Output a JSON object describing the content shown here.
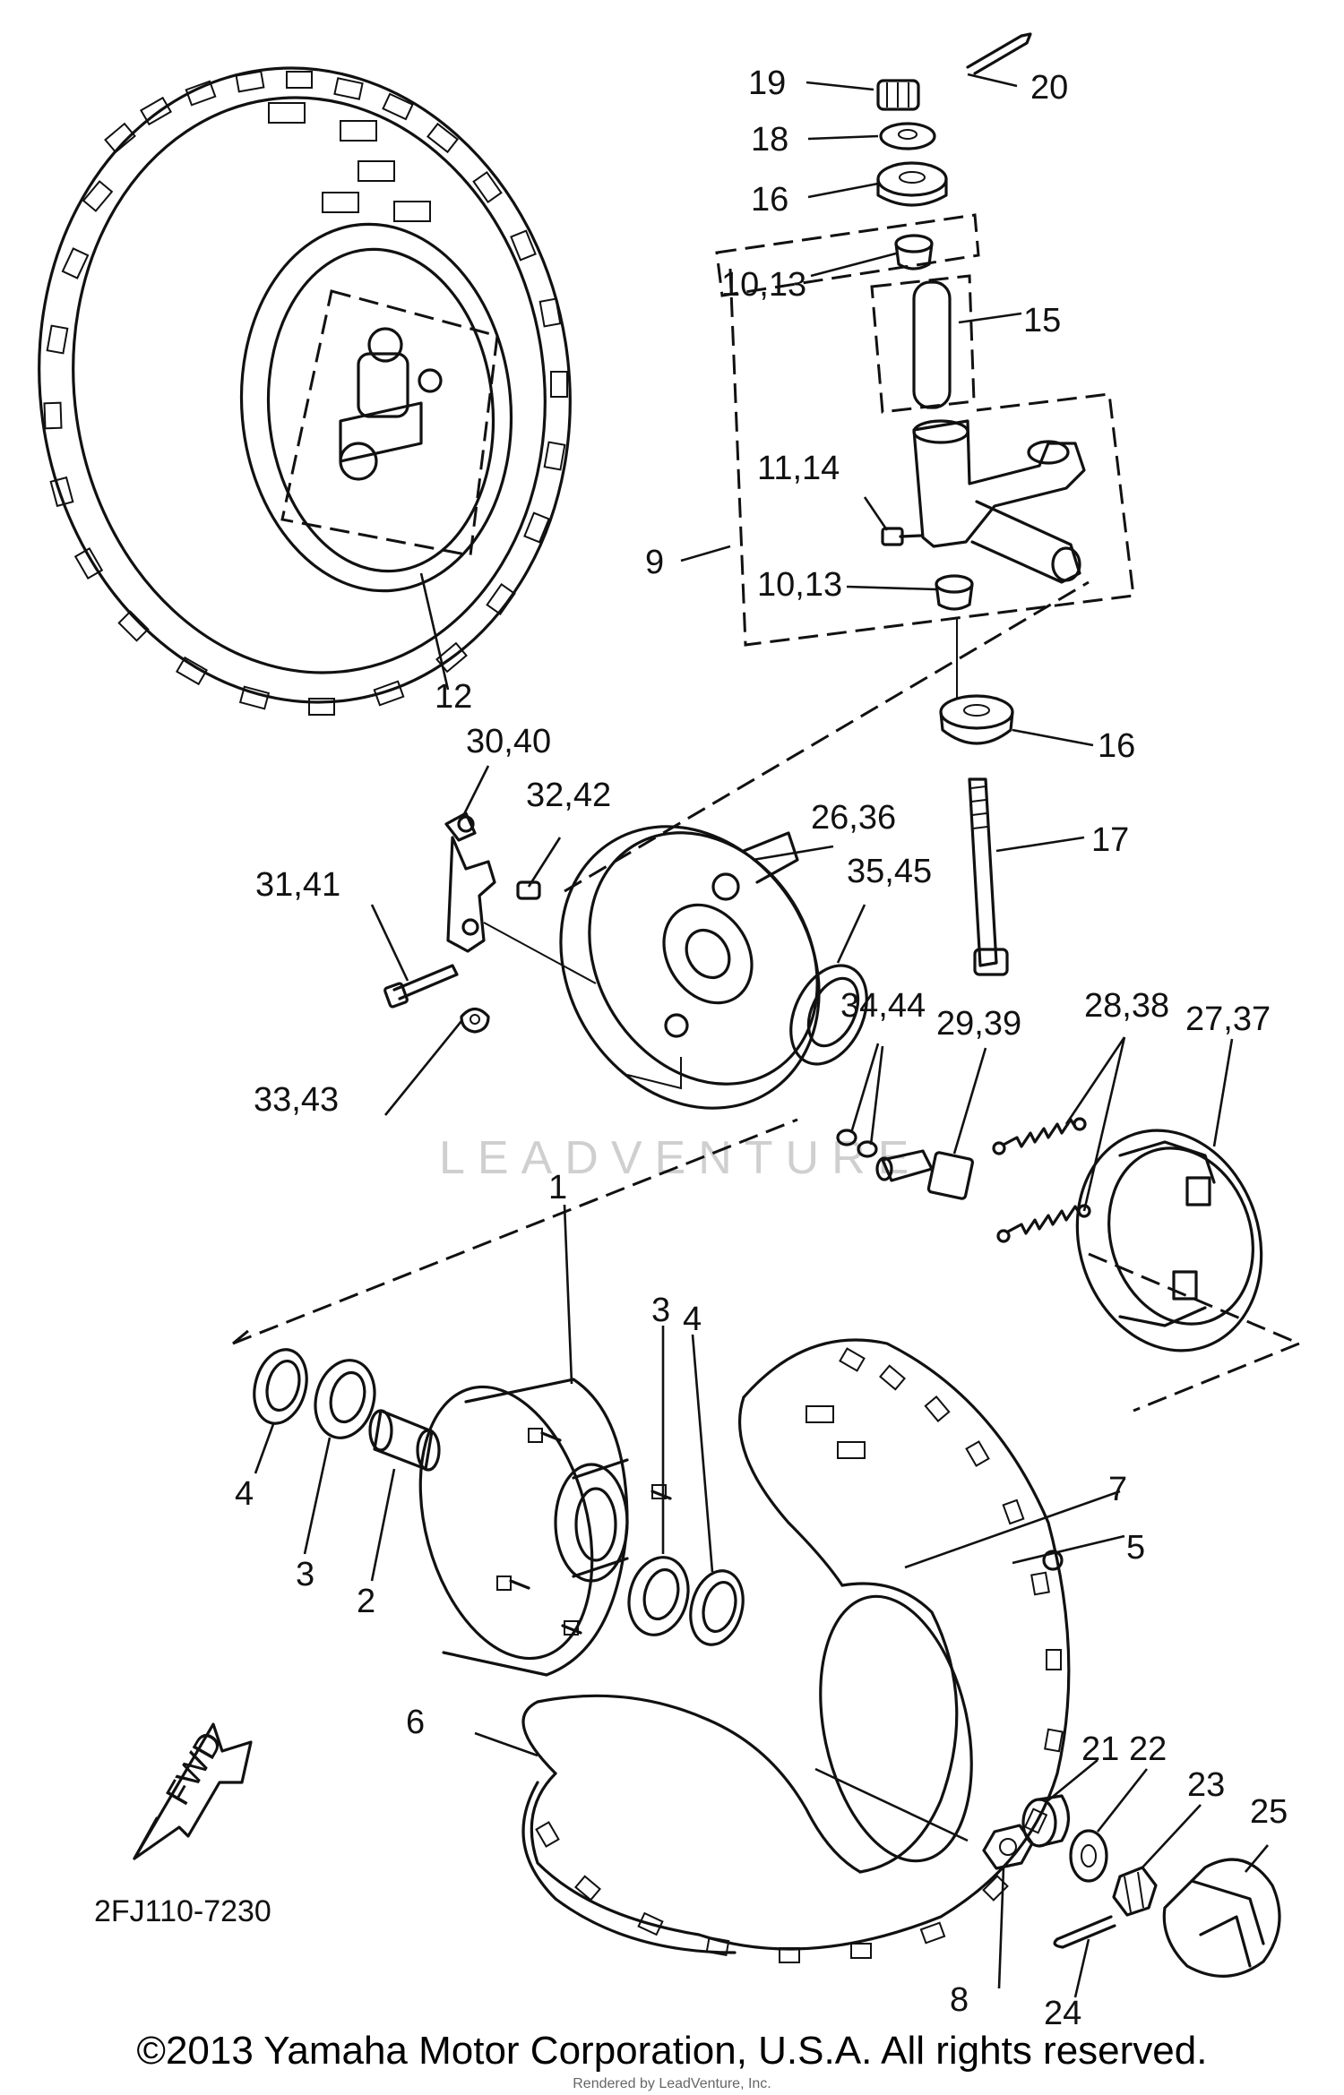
{
  "labels": {
    "l1": "1",
    "l2": "2",
    "l3a": "3",
    "l3b": "3",
    "l4a": "4",
    "l4b": "4",
    "l5": "5",
    "l6": "6",
    "l7": "7",
    "l8": "8",
    "l9": "9",
    "l10_13a": "10,13",
    "l10_13b": "10,13",
    "l11_14": "11,14",
    "l12": "12",
    "l15": "15",
    "l16a": "16",
    "l16b": "16",
    "l17": "17",
    "l18": "18",
    "l19": "19",
    "l20": "20",
    "l21": "21",
    "l22": "22",
    "l23": "23",
    "l24": "24",
    "l25": "25",
    "l26_36": "26,36",
    "l27_37": "27,37",
    "l28_38": "28,38",
    "l29_39": "29,39",
    "l30_40": "30,40",
    "l31_41": "31,41",
    "l32_42": "32,42",
    "l33_43": "33,43",
    "l34_44": "34,44",
    "l35_45": "35,45"
  },
  "fwd_label": "FWD",
  "diagram_code": "2FJ110-7230",
  "watermark": "LEADVENTURE",
  "copyright": "©2013 Yamaha Motor Corporation, U.S.A. All rights reserved.",
  "rendered_by": "Rendered by LeadVenture, Inc."
}
